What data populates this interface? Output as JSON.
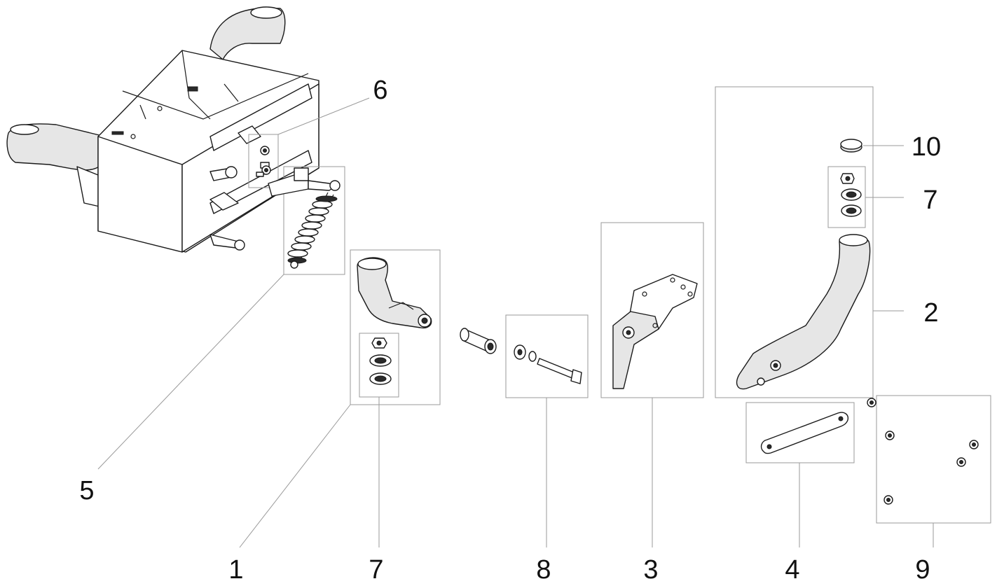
{
  "callouts": {
    "frame": "5",
    "fastener_group_top": "6",
    "left_arm": "1",
    "left_bearing_set": "7",
    "bolt_set": "8",
    "bracket": "3",
    "link_bar": "4",
    "screws": "9",
    "right_arm": "2",
    "right_bearing_set": "7",
    "cap": "10"
  },
  "colors": {
    "line": "#1a1a1a",
    "leader": "#9a9a9a",
    "fill": "#ffffff",
    "shade": "#e6e6e6"
  }
}
